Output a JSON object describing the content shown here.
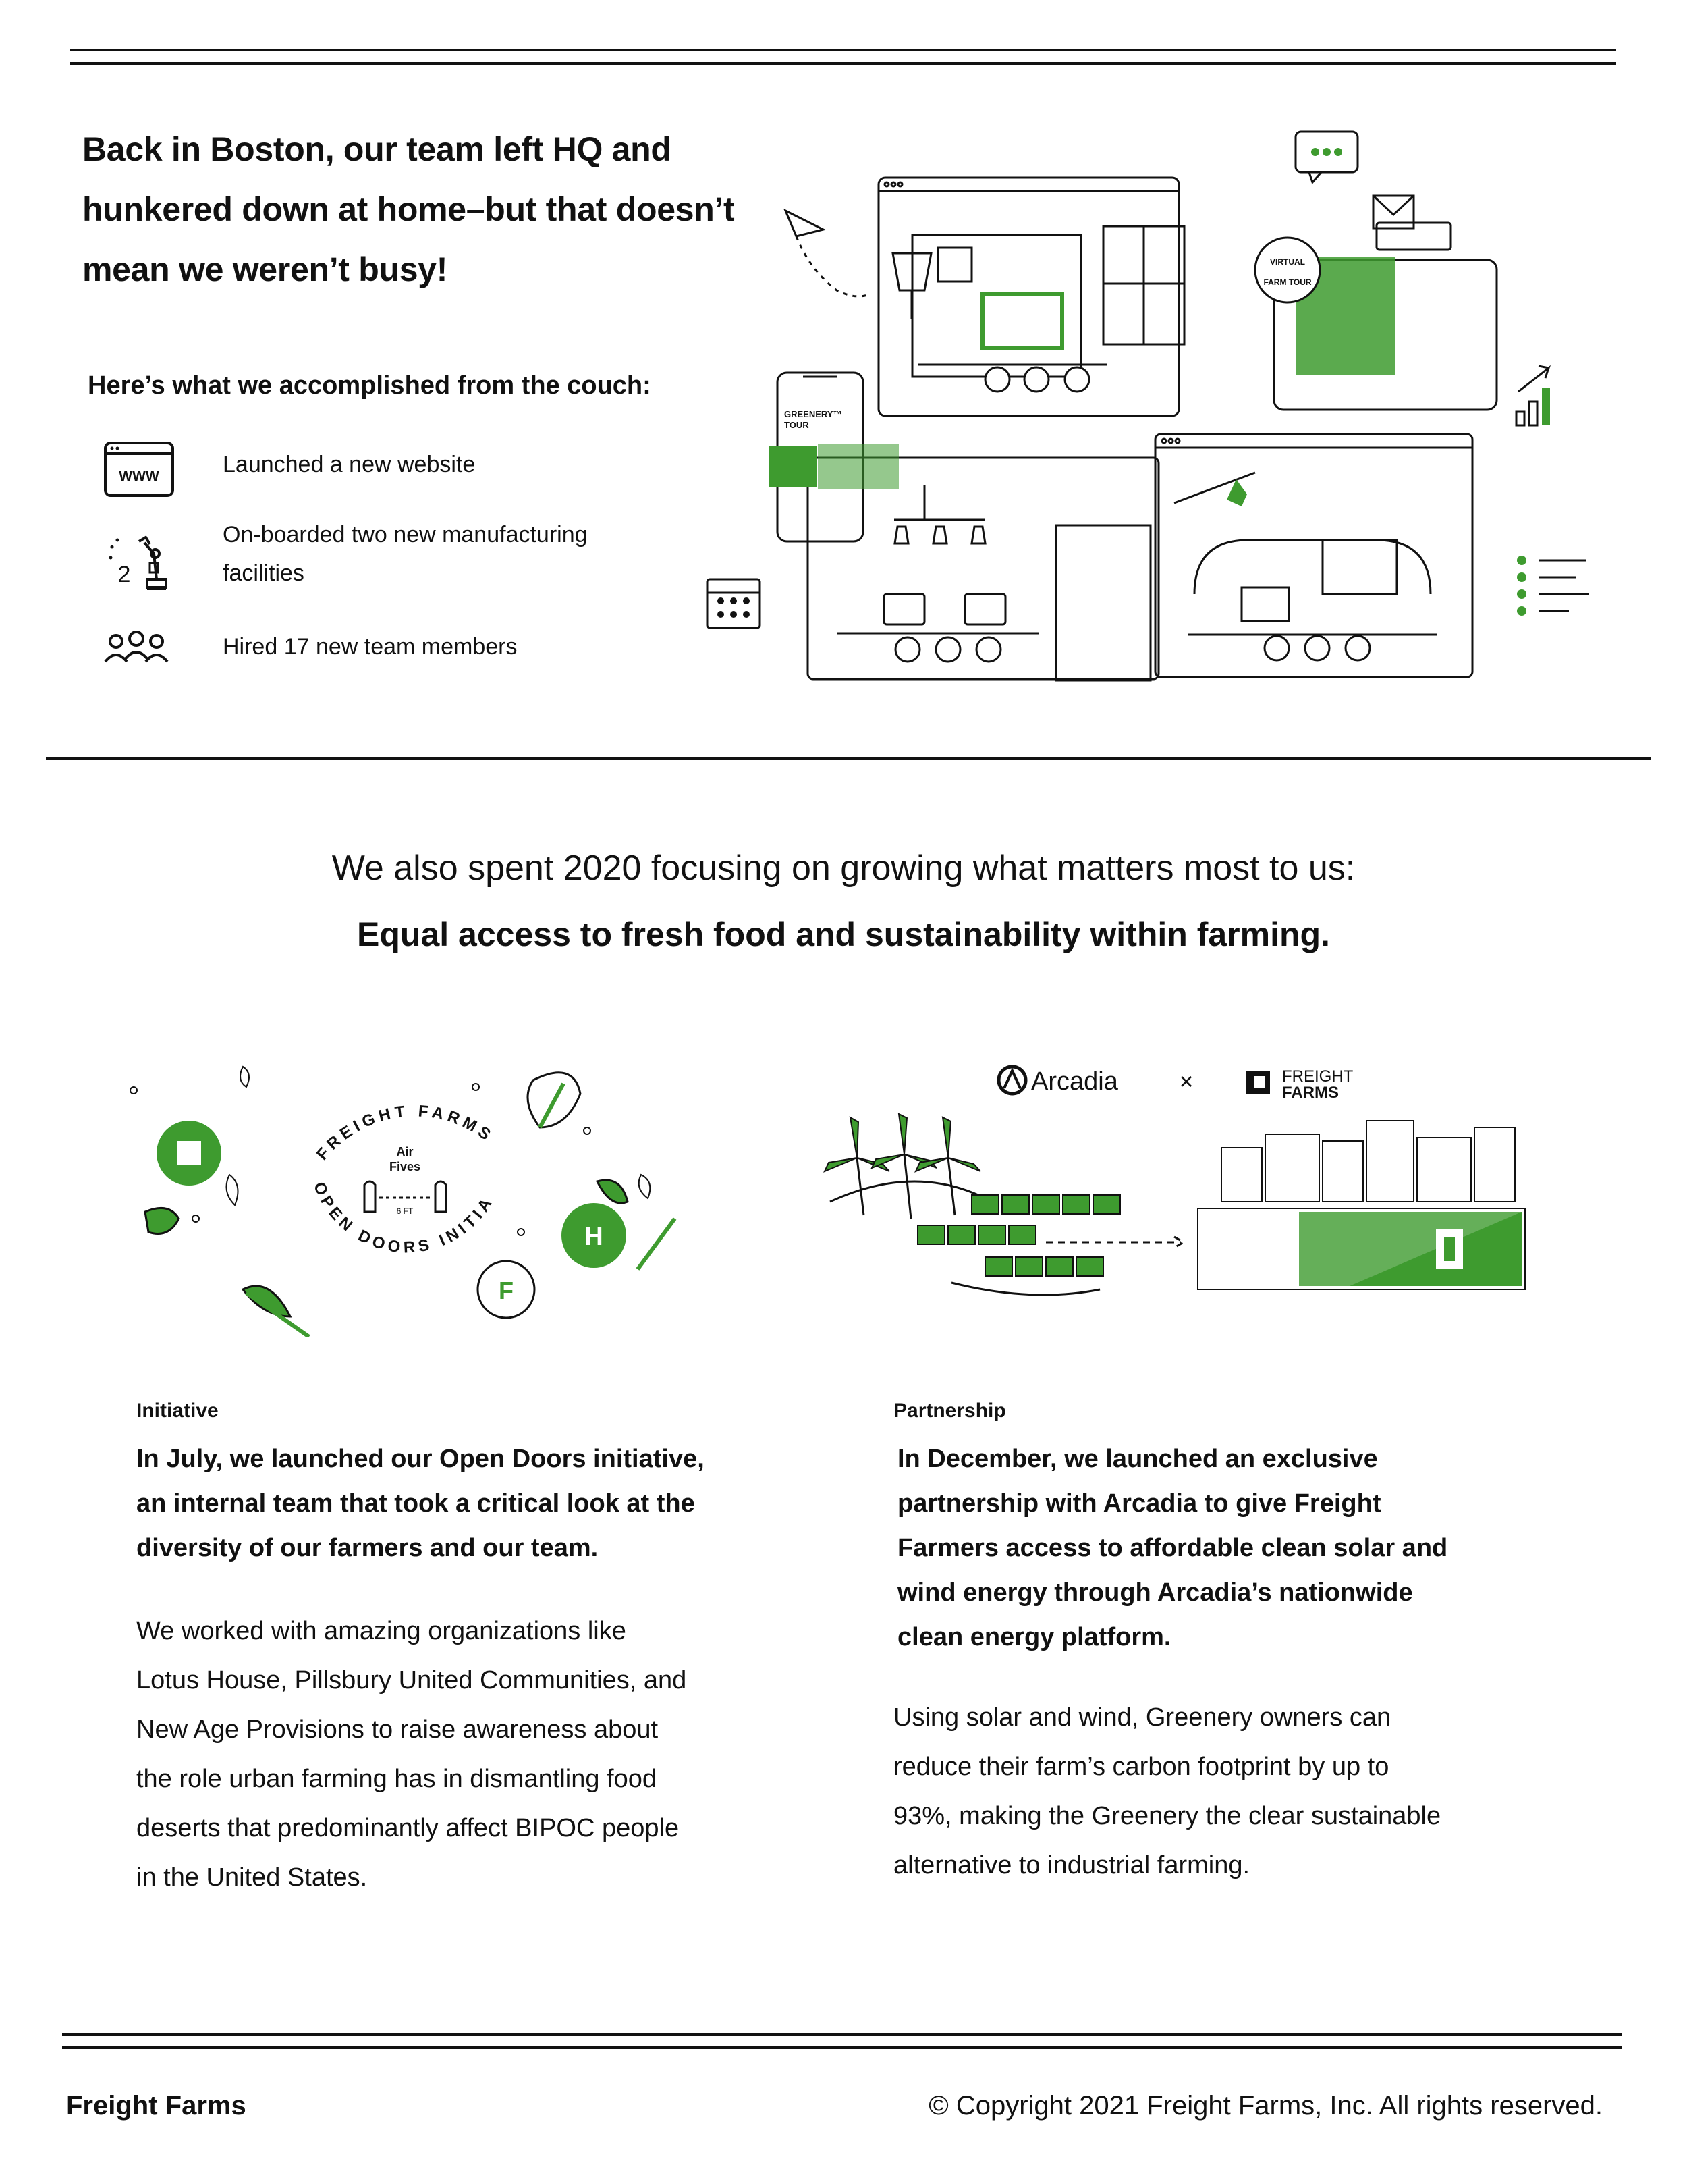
{
  "hero": {
    "headline_lines": [
      "Back in Boston, our team left HQ and",
      "hunkered down at home–but that doesn’t",
      "mean we weren’t busy!"
    ],
    "subhead": "Here’s what we accomplished from the couch:",
    "accomplishments": [
      {
        "icon": "website-icon",
        "lines": [
          "Launched a new website"
        ]
      },
      {
        "icon": "manufacturing-robot-icon",
        "lines": [
          "On-boarded two new manufacturing",
          "facilities"
        ]
      },
      {
        "icon": "team-members-icon",
        "lines": [
          "Hired 17 new team members"
        ]
      }
    ],
    "icon_text": {
      "www": "WWW",
      "two": "2"
    },
    "illustration": {
      "phone_label_lines": [
        "GREENERY™",
        "TOUR"
      ],
      "badge_lines": [
        "VIRTUAL",
        "FARM TOUR"
      ]
    }
  },
  "mission": {
    "intro": "We also spent 2020 focusing on growing what matters most to us:",
    "statement": "Equal access to fresh food and sustainability within farming."
  },
  "initiative": {
    "emblem_ring_top": "FREIGHT FARMS’",
    "emblem_ring_bottom": "OPEN DOORS INITIATIVE",
    "emblem_center_lines": [
      "Air",
      "Fives"
    ],
    "emblem_distance": "6 FT",
    "badge_letters": [
      "F",
      "H"
    ],
    "label": "Initiative",
    "lead_lines": [
      "In July, we launched our Open Doors initiative,",
      "an internal team that took a critical look at the",
      "diversity of our farmers and our team."
    ],
    "body_lines": [
      "We worked with amazing organizations like",
      "Lotus House, Pillsbury United Communities, and",
      "New Age Provisions to raise awareness about",
      "the role urban farming has in dismantling food",
      "deserts that predominantly affect BIPOC people",
      "in the United States."
    ]
  },
  "partnership": {
    "logo_arcadia": "Arcadia",
    "logo_times": "×",
    "logo_ff_lines": [
      "FREIGHT",
      "FARMS"
    ],
    "label": "Partnership",
    "lead_lines": [
      "In December, we launched an exclusive",
      "partnership with Arcadia to give Freight",
      "Farmers access to affordable clean solar and",
      "wind energy through Arcadia’s nationwide",
      "clean energy platform."
    ],
    "body_lines": [
      "Using solar and wind, Greenery owners can",
      "reduce their farm’s carbon footprint by up to",
      "93%, making the Greenery the clear sustainable",
      "alternative to industrial farming."
    ]
  },
  "footer": {
    "brand": "Freight Farms",
    "copyright": "© Copyright 2021  Freight Farms, Inc. All rights reserved."
  },
  "colors": {
    "brand_green": "#3e9b2f",
    "ink": "#111111"
  }
}
